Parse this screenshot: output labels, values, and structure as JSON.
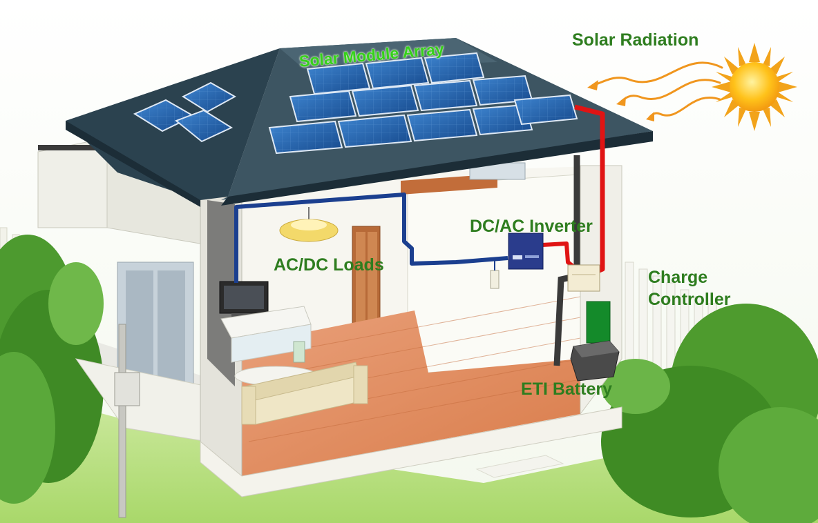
{
  "labels": {
    "solar_module_array": "Solar Module Array",
    "solar_radiation": "Solar Radiation",
    "dc_ac_inverter": "DC/AC Inverter",
    "ac_dc_loads": "AC/DC Loads",
    "charge_controller_line1": "Charge",
    "charge_controller_line2": "Controller",
    "eti_battery": "ETI Battery"
  },
  "colors": {
    "label_text": "#2e7d1f",
    "label_bright": "#35d11a",
    "dc_wire": "#e01414",
    "ac_wire": "#1b3f8f",
    "sun": "#ffc21a",
    "radiation_arrow": "#f0961e",
    "roof": "#2f4a57",
    "solar_panel": "#1f5ea8",
    "battery": "#148a2a",
    "floor": "#e0895a",
    "grass": "#a9d86a"
  },
  "icons": {
    "sun": "sun-icon",
    "ceiling_lamp": "ceiling-lamp-icon",
    "inverter": "inverter-box-icon",
    "charge_controller": "charge-controller-icon",
    "battery": "battery-icon",
    "television": "tv-icon",
    "sofa": "sofa-icon"
  }
}
